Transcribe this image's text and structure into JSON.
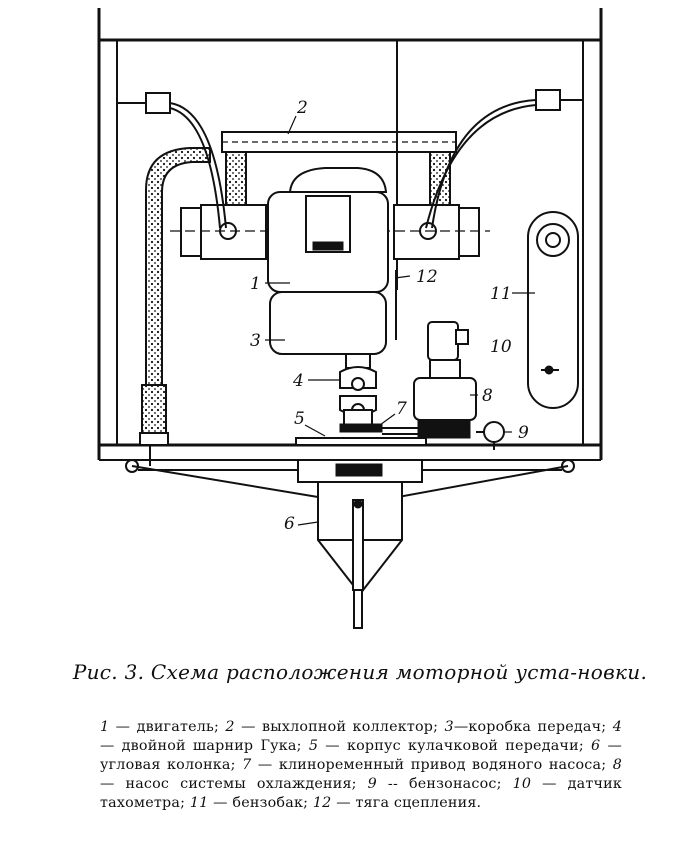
{
  "figure": {
    "labels": {
      "l1": "1",
      "l2": "2",
      "l3": "3",
      "l4": "4",
      "l5": "5",
      "l6": "6",
      "l7": "7",
      "l8": "8",
      "l9": "9",
      "l10": "10",
      "l11": "11",
      "l12": "12"
    }
  },
  "caption": {
    "title": "Рис. 3. Схема расположения моторной уста-­новки."
  },
  "legend": {
    "items": [
      {
        "num": "1",
        "text": " — двигатель; "
      },
      {
        "num": "2",
        "text": " — выхлопной коллектор; "
      },
      {
        "num": "3",
        "text": "—коробка передач; "
      },
      {
        "num": "4",
        "text": " — двойной шарнир Гука; "
      },
      {
        "num": "5",
        "text": " — корпус кулачковой передачи; "
      },
      {
        "num": "6",
        "text": " — угловая колонка; "
      },
      {
        "num": "7",
        "text": " — клиноременный привод водяного насоса; "
      },
      {
        "num": "8",
        "text": " — насос системы охлаждения; "
      },
      {
        "num": "9",
        "text": " -- бензонасос; "
      },
      {
        "num": "10",
        "text": " — датчик тахометра; "
      },
      {
        "num": "11",
        "text": " — бензобак; "
      },
      {
        "num": "12",
        "text": " — тяга сцепления."
      }
    ]
  }
}
